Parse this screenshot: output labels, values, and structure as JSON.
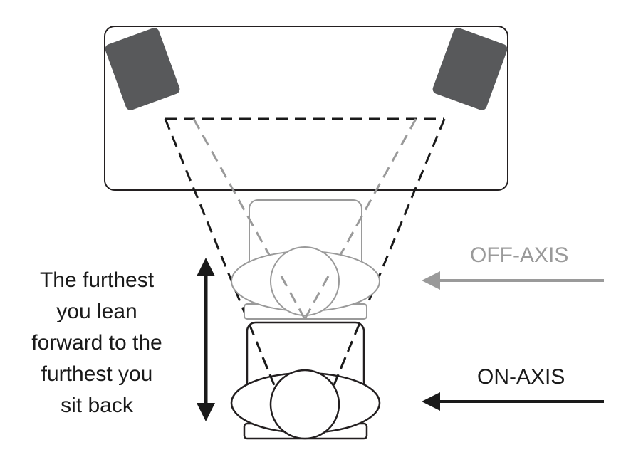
{
  "caption": {
    "lines": [
      "The furthest",
      "you lean",
      "forward to the",
      "furthest you",
      "sit back"
    ]
  },
  "labels": {
    "off_axis": "OFF-AXIS",
    "on_axis": "ON-AXIS"
  },
  "colors": {
    "on_axis": "#1a1a1a",
    "off_axis": "#9a9a9a",
    "speaker": "#58595b",
    "outline": "#231f20"
  }
}
